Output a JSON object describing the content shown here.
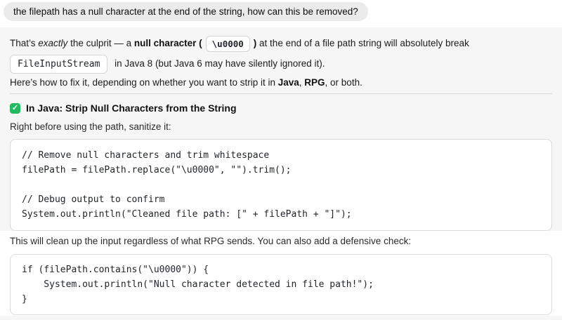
{
  "user_message": {
    "text": "the filepath has a null character at the end of the string, how can this be removed?"
  },
  "assistant": {
    "intro": {
      "lead_1": "That’s ",
      "lead_em": "exactly",
      "lead_2": " the culprit — a ",
      "lead_bold_open": "null character (",
      "null_char_code": "\\u0000",
      "lead_bold_close": ")",
      "lead_3": " at the end of a file path string will absolutely break",
      "class_code": "FileInputStream",
      "lead_4": " in Java 8 (but Java 6 may have silently ignored it)."
    },
    "fix_intro": {
      "t1": "Here’s how to fix it, depending on whether you want to strip it in ",
      "b1": "Java",
      "t2": ", ",
      "b2": "RPG",
      "t3": ", or both."
    },
    "java_section": {
      "check_glyph": "✓",
      "heading": "In Java: Strip Null Characters from the String",
      "instruction": "Right before using the path, sanitize it:",
      "code": "// Remove null characters and trim whitespace\nfilePath = filePath.replace(\"\\u0000\", \"\").trim();\n\n// Debug output to confirm\nSystem.out.println(\"Cleaned file path: [\" + filePath + \"]\");"
    },
    "followup": {
      "text": "This will clean up the input regardless of what RPG sends. You can also add a defensive check:",
      "code": "if (filePath.contains(\"\\u0000\")) {\n    System.out.println(\"Null character detected in file path!\");\n}"
    }
  },
  "colors": {
    "user_bubble_bg": "#ebebeb",
    "assistant_section_bg": "#f6f6f7",
    "code_block_bg": "#ffffff",
    "code_block_border": "#dcdcdc",
    "divider": "#d6d6d6",
    "check_green": "#23ba5f",
    "text": "#1b1b1b"
  }
}
